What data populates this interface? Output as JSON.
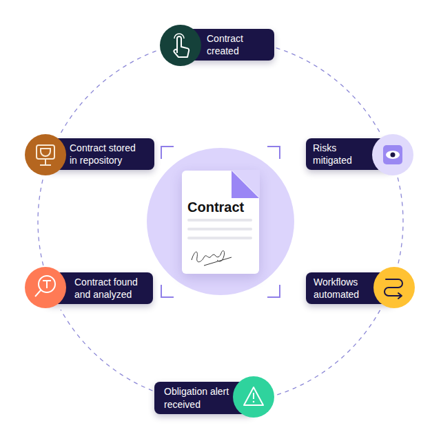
{
  "diagram": {
    "nodes": [
      {
        "text": [
          "Contract created"
        ]
      },
      {
        "text": [
          "Contract stored in repository"
        ]
      },
      {
        "text": [
          "Risks mitigated"
        ]
      },
      {
        "text": [
          "Contract"
        ]
      },
      {
        "text": [
          "Contract found and analyzed"
        ]
      },
      {
        "text": [
          "Workflows automated"
        ]
      },
      {
        "text": [
          "Obligation alert received"
        ]
      }
    ],
    "edges": [
      {
        "from": 0,
        "to": 2,
        "arrow": "none"
      },
      {
        "from": 2,
        "to": 5,
        "arrow": "none"
      },
      {
        "from": 5,
        "to": 6,
        "arrow": "none"
      },
      {
        "from": 6,
        "to": 4,
        "arrow": "none"
      },
      {
        "from": 4,
        "to": 1,
        "arrow": "none"
      },
      {
        "from": 1,
        "to": 0,
        "arrow": "none"
      }
    ]
  }
}
